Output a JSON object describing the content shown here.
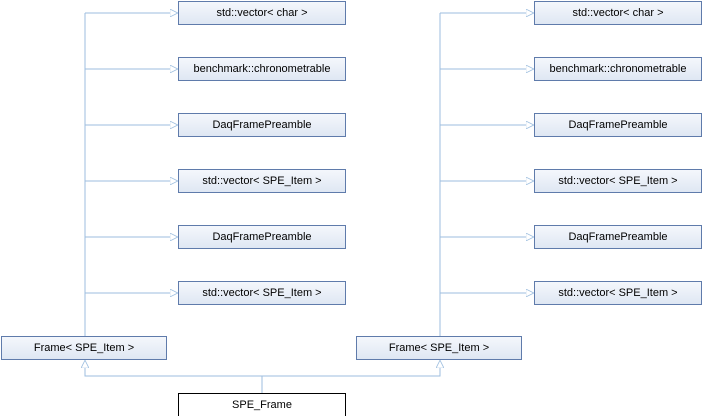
{
  "diagram": {
    "colors": {
      "edge": "#9dbedf",
      "node_border": "#5f7bab",
      "node_fill": "#e8eef7",
      "main_border": "#000000"
    },
    "left_bases": [
      "std::vector< char >",
      "benchmark::chronometrable",
      "DaqFramePreamble",
      "std::vector< SPE_Item >",
      "DaqFramePreamble",
      "std::vector< SPE_Item >"
    ],
    "right_bases": [
      "std::vector< char >",
      "benchmark::chronometrable",
      "DaqFramePreamble",
      "std::vector< SPE_Item >",
      "DaqFramePreamble",
      "std::vector< SPE_Item >"
    ],
    "left_frame": "Frame< SPE_Item >",
    "right_frame": "Frame< SPE_Item >",
    "main_class": "SPE_Frame"
  }
}
